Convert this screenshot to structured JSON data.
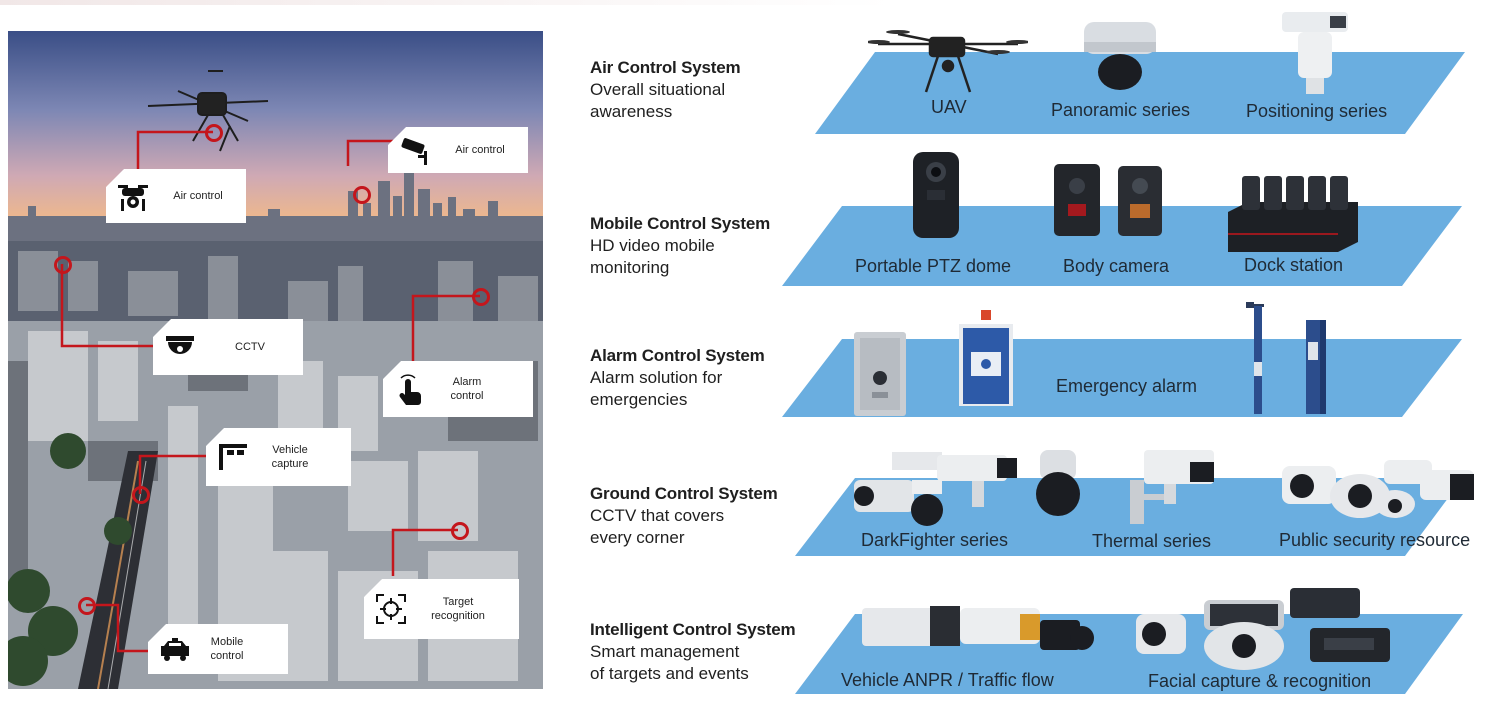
{
  "callouts": [
    {
      "label": "Air control",
      "icon": "drone-icon"
    },
    {
      "label": "Air control",
      "icon": "cctv-camera-icon"
    },
    {
      "label": "CCTV",
      "icon": "dome-camera-icon"
    },
    {
      "label": "Alarm control",
      "icon": "hand-press-icon"
    },
    {
      "label": "Vehicle capture",
      "icon": "vehicle-capture-icon"
    },
    {
      "label": "Target recognition",
      "icon": "target-icon"
    },
    {
      "label": "Mobile control",
      "icon": "police-car-icon"
    }
  ],
  "systems": [
    {
      "title": "Air Control System",
      "line1": "Overall situational",
      "line2": "awareness",
      "products": [
        "UAV",
        "Panoramic series",
        "Positioning series"
      ]
    },
    {
      "title": "Mobile Control System",
      "line1": "HD video mobile",
      "line2": "monitoring",
      "products": [
        "Portable PTZ dome",
        "Body camera",
        "Dock station"
      ]
    },
    {
      "title": "Alarm Control System",
      "line1": "Alarm solution for",
      "line2": "emergencies",
      "products": [
        "Emergency alarm"
      ]
    },
    {
      "title": "Ground Control System",
      "line1": "CCTV that covers",
      "line2": "every corner",
      "products": [
        "DarkFighter series",
        "Thermal series",
        "Public security resource"
      ]
    },
    {
      "title": "Intelligent Control System",
      "line1": "Smart management",
      "line2": "of targets and events",
      "products": [
        "Vehicle ANPR / Traffic flow",
        "Facial capture & recognition"
      ]
    }
  ],
  "colors": {
    "platform": "#6aaee0",
    "accent": "#c4161c"
  }
}
